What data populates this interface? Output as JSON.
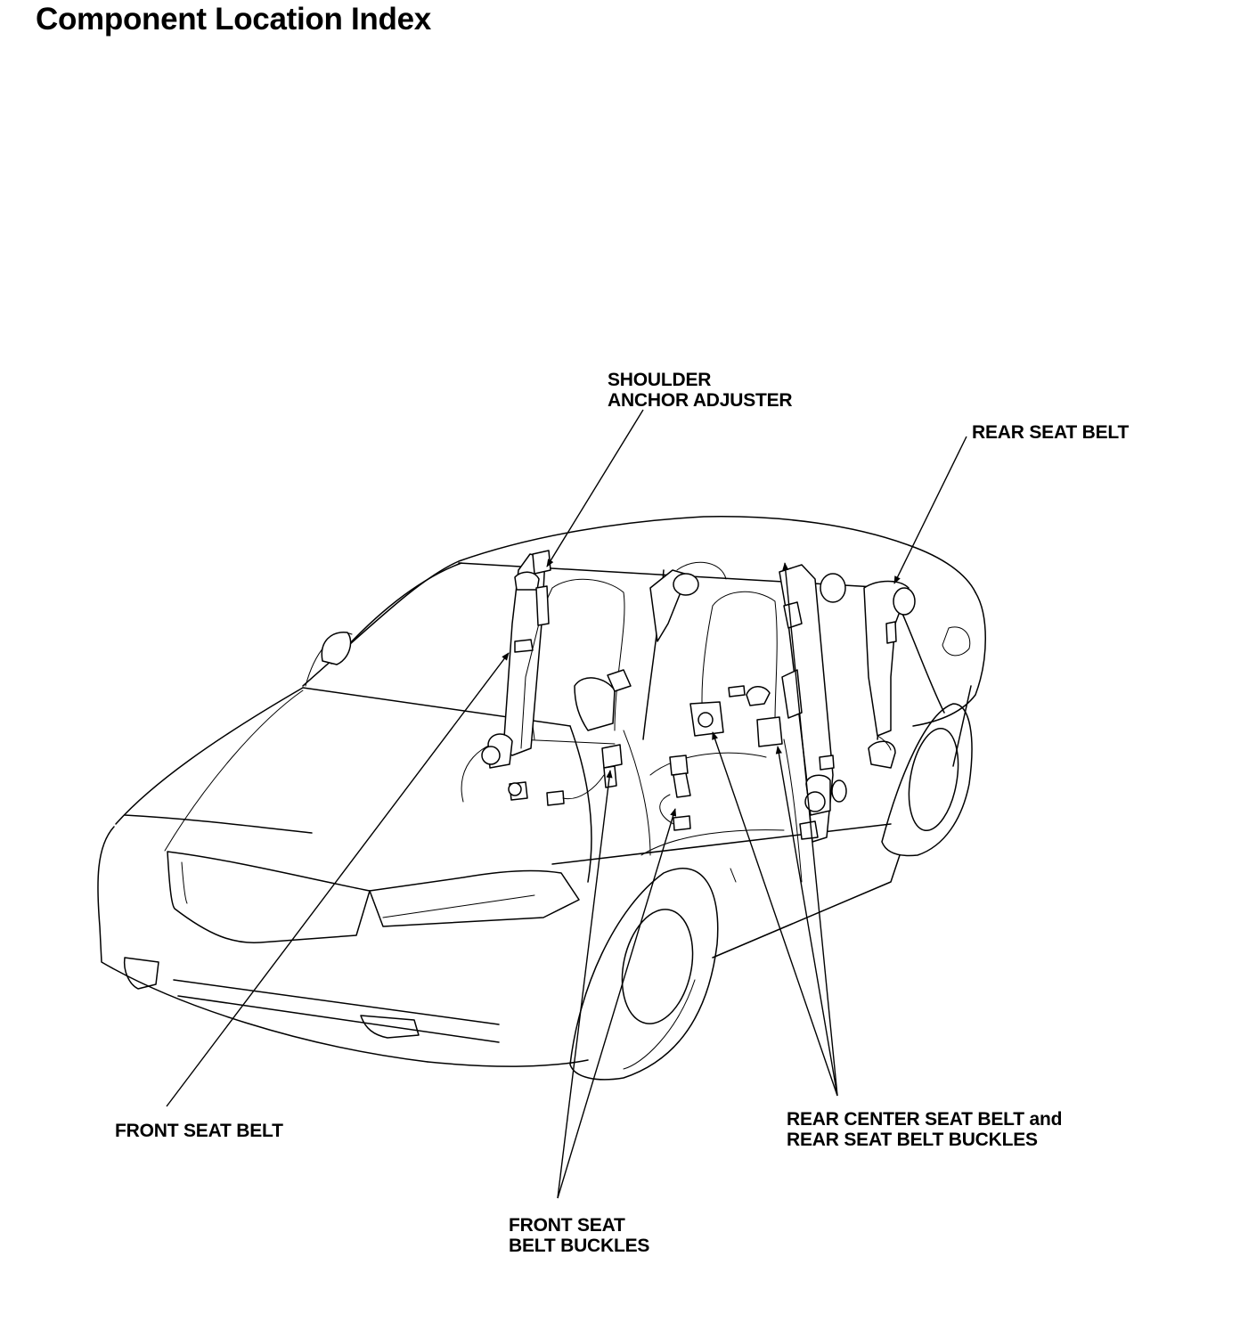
{
  "title": "Component Location Index",
  "labels": {
    "shoulder_anchor_adjuster": [
      "SHOULDER",
      "ANCHOR ADJUSTER"
    ],
    "rear_seat_belt": [
      "REAR SEAT BELT"
    ],
    "front_seat_belt": [
      "FRONT SEAT BELT"
    ],
    "rear_center_seat_belt": [
      "REAR CENTER SEAT BELT and",
      "REAR SEAT BELT BUCKLES"
    ],
    "front_seat_belt_buckles": [
      "FRONT SEAT",
      "BELT BUCKLES"
    ]
  },
  "colors": {
    "line": "#000000",
    "background": "#ffffff"
  }
}
